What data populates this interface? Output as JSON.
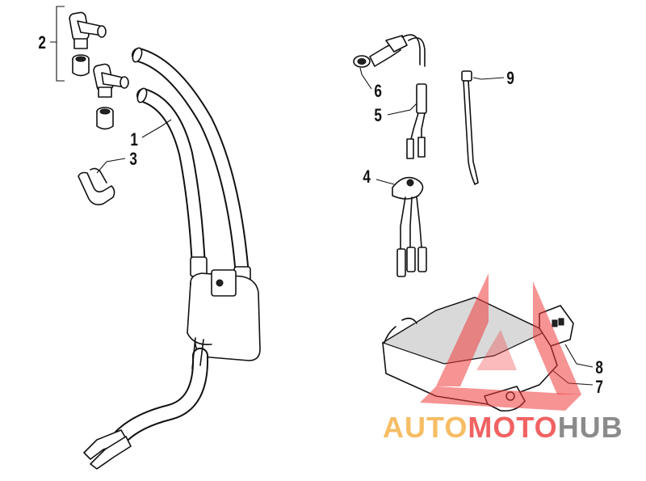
{
  "callouts": {
    "c1": "1",
    "c2": "2",
    "c3": "3",
    "c4": "4",
    "c5": "5",
    "c6": "6",
    "c7": "7",
    "c8": "8",
    "c9": "9"
  },
  "watermark": {
    "word_auto": "AUTO",
    "word_moto": "MOTO",
    "word_hub": "HUB",
    "color_orange": "#f5b24a",
    "color_red": "#ee3b3b",
    "color_gray": "#777777"
  }
}
